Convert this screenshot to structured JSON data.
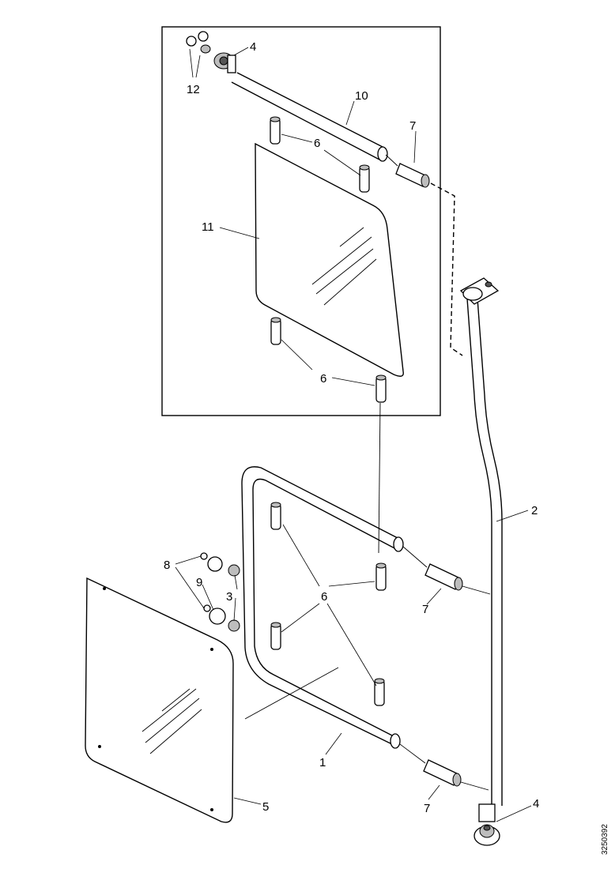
{
  "diagram": {
    "callouts": {
      "screw_top": "12",
      "bracket_top": "4",
      "upper_tube": "10",
      "coupler_top": "7",
      "inserts_upper_top": "6",
      "upper_glass": "11",
      "inserts_upper_bottom": "6",
      "post": "2",
      "coupler_mid": "7",
      "inserts_lower": "6",
      "washer_top": "8",
      "nut_top": "3",
      "bolt_mid": "9",
      "washer_mid": "8",
      "nut_mid": "3",
      "frame": "1",
      "coupler_bottom": "7",
      "bracket_bottom": "4",
      "lower_glass": "5"
    },
    "document_id": "3250392"
  }
}
